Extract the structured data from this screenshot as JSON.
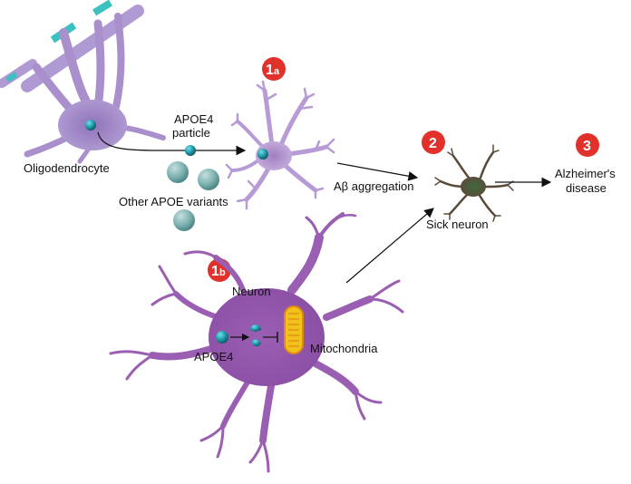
{
  "labels": {
    "oligodendrocyte": "Oligodendrocyte",
    "apoe4_particle_line1": "APOE4",
    "apoe4_particle_line2": "particle",
    "other_apoe_variants": "Other APOE variants",
    "abeta_aggregation": "Aβ aggregation",
    "sick_neuron": "Sick neuron",
    "alzheimers_line1": "Alzheimer's",
    "alzheimers_line2": "disease",
    "neuron": "Neuron",
    "apoe4": "APOE4",
    "mitochondria": "Mitochondria"
  },
  "badges": {
    "b1a_num": "1",
    "b1a_sub": "a",
    "b1b_num": "1",
    "b1b_sub": "b",
    "b2": "2",
    "b3": "3"
  },
  "colors": {
    "cell_purple": "#a98fcb",
    "cell_purple_dark": "#8f73b8",
    "neuron_purple": "#9a5fb2",
    "apoe_teal": "#1f96a6",
    "variant_teal": "#7fb3b2",
    "myelin_teal": "#3cc0c0",
    "sick_neuron_brown": "#5a4a3a",
    "sick_neuron_green": "#3f6a3e",
    "mito_yellow": "#f2c21c",
    "mito_orange": "#e08a12",
    "badge_red": "#e2302a",
    "arrow_black": "#111111"
  }
}
